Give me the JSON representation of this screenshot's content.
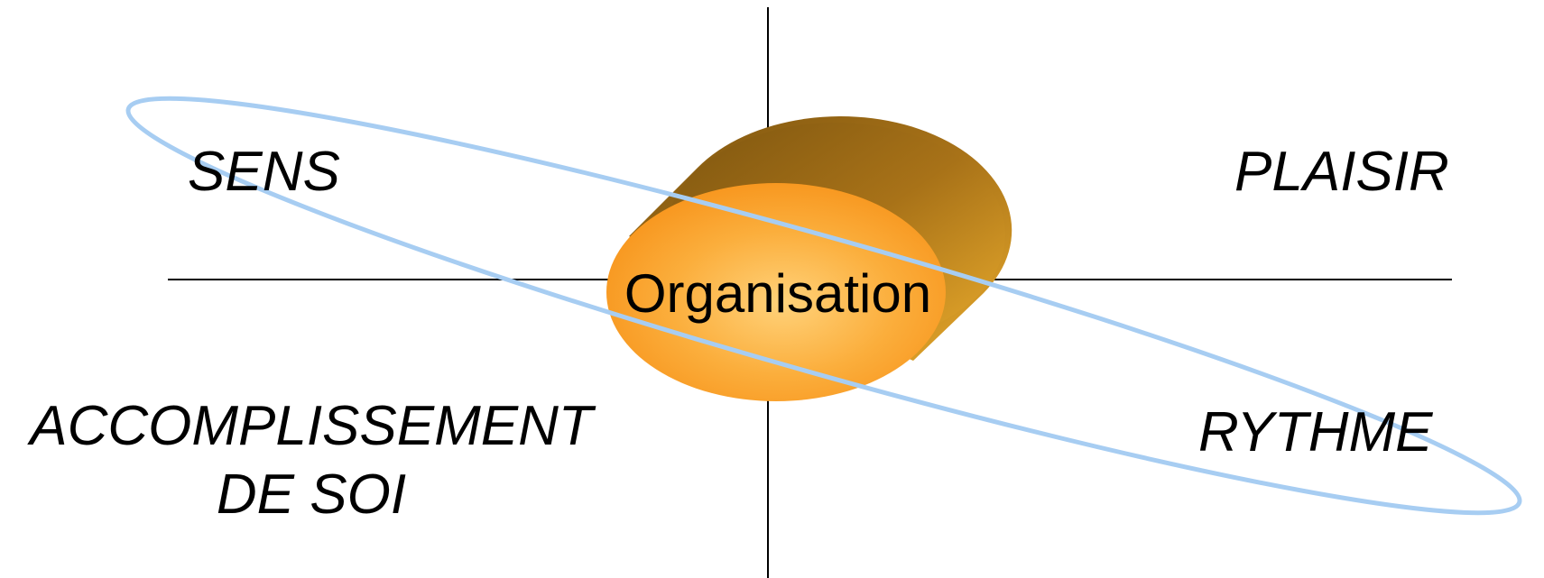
{
  "center": {
    "label": "Organisation",
    "colors": {
      "top_face": "#f7931a",
      "top_highlight": "#ffd27a",
      "side_face": "#c48a1e",
      "side_dark": "#8a5e12"
    }
  },
  "quadrants": {
    "top_left": "SENS",
    "top_right": "PLAISIR",
    "bottom_left": [
      "ACCOMPLISSEMENT",
      "DE SOI"
    ],
    "bottom_right": "RYTHME"
  },
  "orbit": {
    "color": "#a7cdf2"
  },
  "axes": {
    "color": "#000000"
  }
}
